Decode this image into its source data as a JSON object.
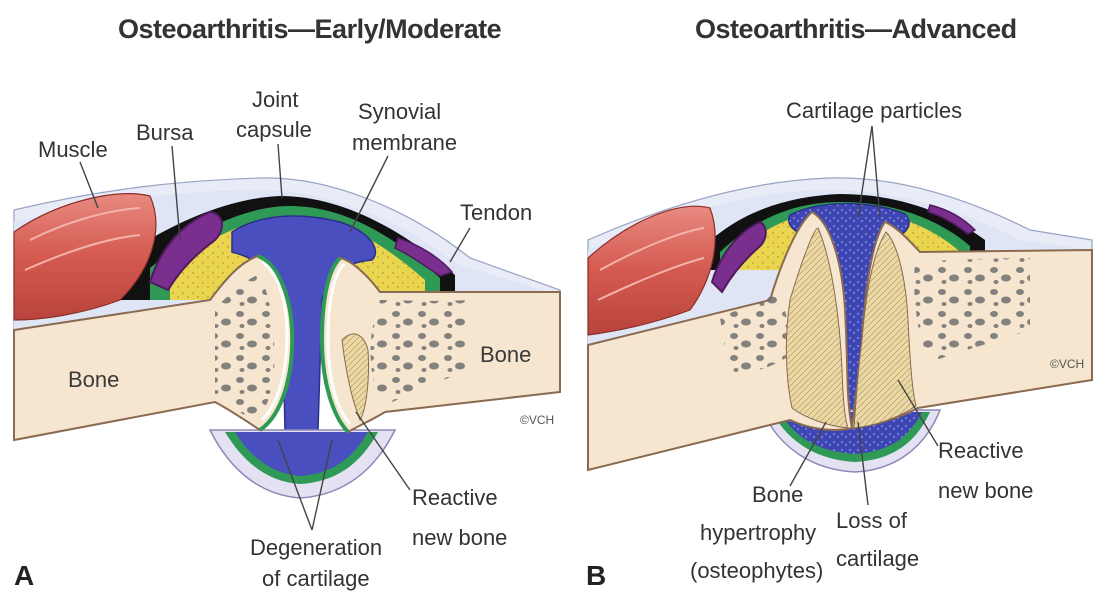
{
  "panel_a": {
    "title": "Osteoarthritis—Early/Moderate",
    "letter": "A",
    "labels": {
      "muscle": "Muscle",
      "bursa": "Bursa",
      "joint_capsule": [
        "Joint",
        "capsule"
      ],
      "synovial_membrane": [
        "Synovial",
        "membrane"
      ],
      "tendon": "Tendon",
      "bone_left": "Bone",
      "bone_right": "Bone",
      "degeneration": [
        "Degeneration",
        "of cartilage"
      ],
      "reactive_bone": [
        "Reactive",
        "new bone"
      ]
    },
    "copyright": "©VCH"
  },
  "panel_b": {
    "title": "Osteoarthritis—Advanced",
    "letter": "B",
    "labels": {
      "cartilage_particles": "Cartilage particles",
      "bone_hypertrophy": [
        "Bone",
        "hypertrophy",
        "(osteophytes)"
      ],
      "loss_of_cartilage": [
        "Loss of",
        "cartilage"
      ],
      "reactive_bone": [
        "Reactive",
        "new bone"
      ]
    },
    "copyright": "©VCH"
  },
  "colors": {
    "bone": "#f6e6cf",
    "bone_outline": "#8a6a50",
    "marrow": "#707070",
    "muscle": "#d9625a",
    "bursa": "#7a2f8e",
    "synovial_fluid": "#4a4fc0",
    "fat": "#e8d24a",
    "capsule": "#d8dff0",
    "green_membrane": "#2e9a55",
    "reactive_bone": "#e4d29a"
  }
}
